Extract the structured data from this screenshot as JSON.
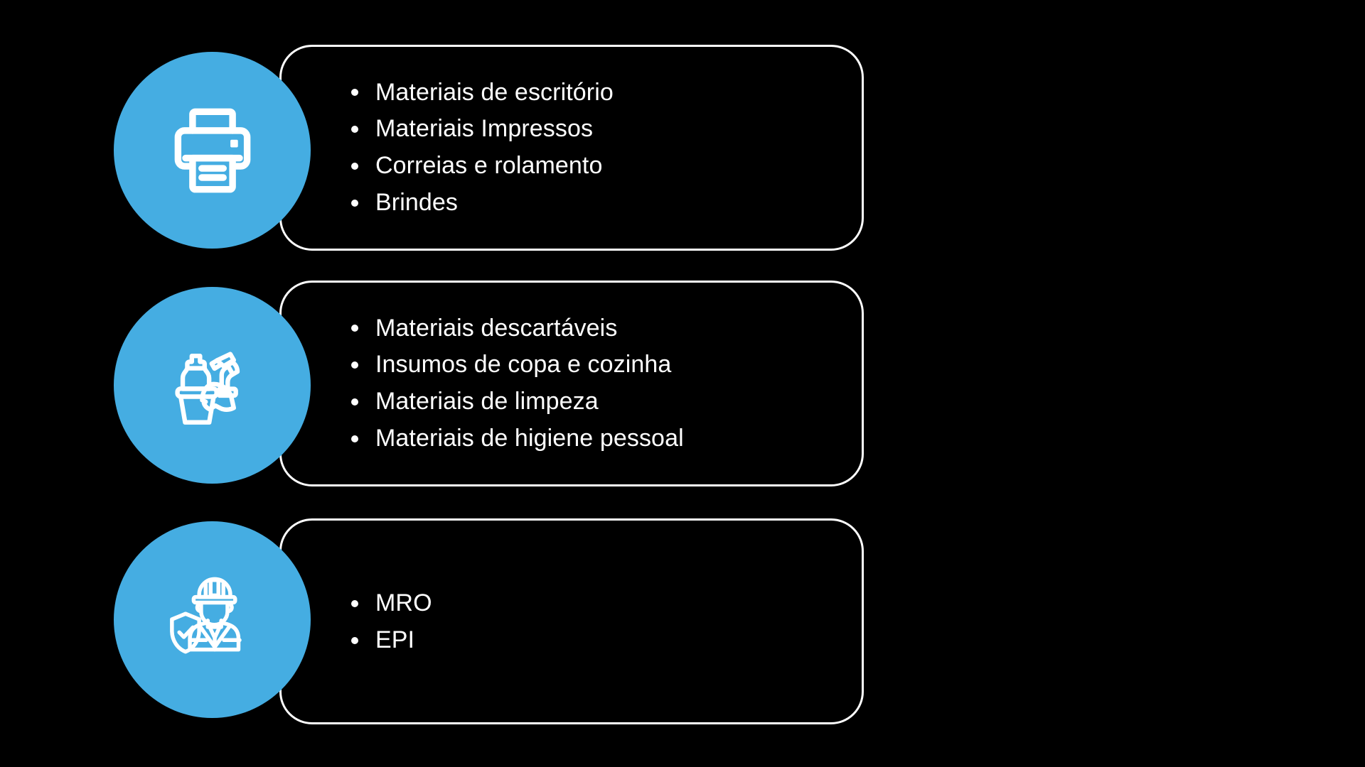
{
  "page": {
    "background_color": "#000000",
    "accent_color": "#45ade2",
    "text_color": "#ffffff",
    "border_color": "#ffffff"
  },
  "sections": [
    {
      "id": "escritorio",
      "icon": "printer-icon",
      "icon_label": "printer",
      "items": [
        "Materiais de escritório",
        "Materiais Impressos",
        "Correias e rolamento",
        "Brindes"
      ]
    },
    {
      "id": "limpeza",
      "icon": "cleaning-supplies-icon",
      "icon_label": "cleaning bucket with spray bottle",
      "items": [
        "Materiais descartáveis",
        "Insumos de copa e cozinha",
        "Materiais de limpeza",
        "Materiais de higiene pessoal"
      ]
    },
    {
      "id": "seguranca",
      "icon": "safety-worker-icon",
      "icon_label": "worker with hard hat and shield",
      "items": [
        "MRO",
        "EPI"
      ]
    }
  ]
}
